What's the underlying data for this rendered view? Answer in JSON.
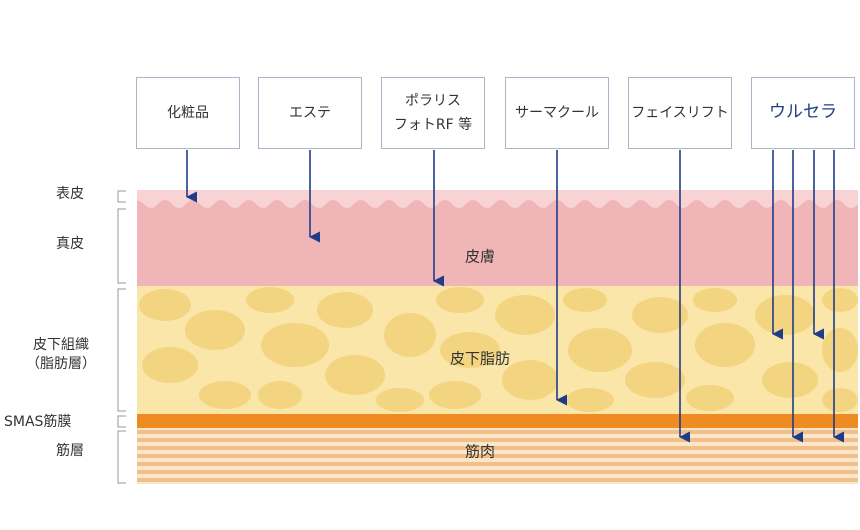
{
  "treatments": [
    {
      "label": "化粧品",
      "label2": ""
    },
    {
      "label": "エステ",
      "label2": ""
    },
    {
      "label": "ポラリス",
      "label2": "フォトRF 等"
    },
    {
      "label": "サーマクール",
      "label2": ""
    },
    {
      "label": "フェイスリフト",
      "label2": ""
    },
    {
      "label": "ウルセラ",
      "label2": ""
    }
  ],
  "layers_left": {
    "epidermis": "表皮",
    "dermis": "真皮",
    "subcutaneous": "皮下組織",
    "subcutaneous_sub": "（脂肪層）",
    "smas": "SMAS筋膜",
    "muscle": "筋層"
  },
  "layers_center": {
    "skin": "皮膚",
    "fat": "皮下脂肪",
    "muscle": "筋肉"
  },
  "colors": {
    "epidermis": "#f8d3d3",
    "dermis": "#f0b5b7",
    "fat_bg": "#f9e6a8",
    "fat_cell": "#f2d27a",
    "smas": "#ef8b23",
    "muscle_stripe": "#efc08c",
    "arrow": "#1f3c88",
    "box_border": "#a9b6c9",
    "accent_text": "#1f3c88"
  }
}
